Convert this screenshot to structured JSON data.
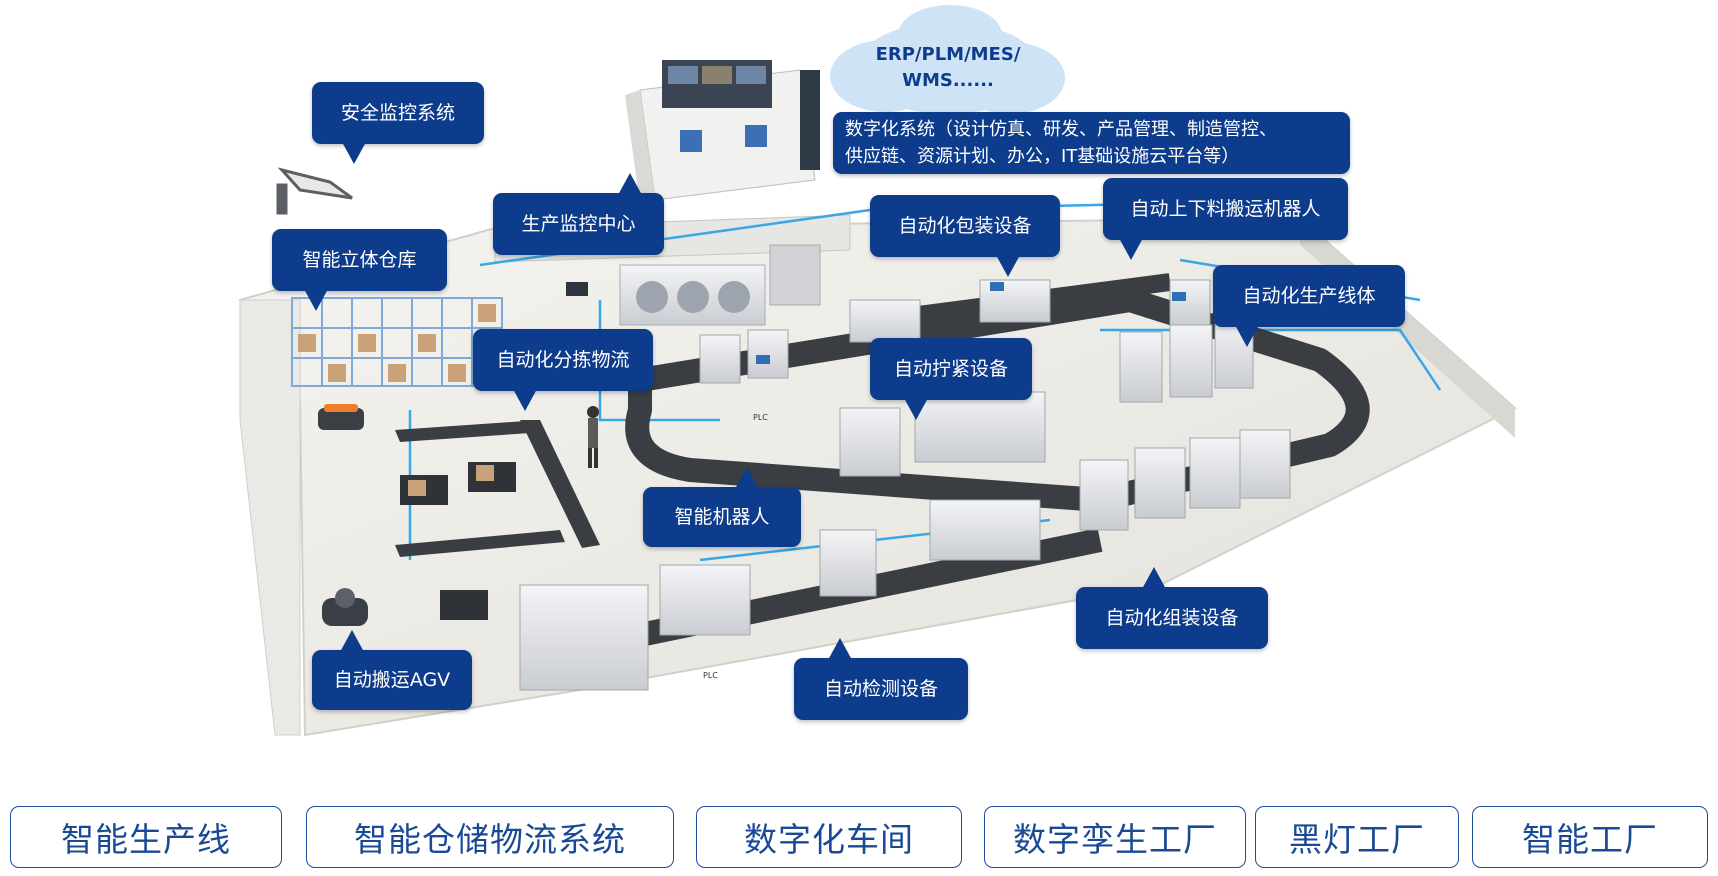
{
  "cloud": {
    "line1": "ERP/PLM/MES/",
    "line2": "WMS......"
  },
  "callouts": {
    "safety_monitoring": "安全监控系统",
    "digital_system_line1": "数字化系统（设计仿真、研发、产品管理、制造管控、",
    "digital_system_line2": "供应链、资源计划、办公，IT基础设施云平台等）",
    "production_monitoring_center": "生产监控中心",
    "smart_3d_warehouse": "智能立体仓库",
    "automated_packaging": "自动化包装设备",
    "automated_loading_robot": "自动上下料搬运机器人",
    "automated_production_line": "自动化生产线体",
    "automated_sorting_logistics": "自动化分拣物流",
    "automated_tightening": "自动拧紧设备",
    "smart_robot": "智能机器人",
    "automated_assembly": "自动化组装设备",
    "agv": "自动搬运AGV",
    "automated_inspection": "自动检测设备"
  },
  "equipment_labels": {
    "plc_1": "PLC",
    "plc_2": "PLC"
  },
  "tabs": [
    "智能生产线",
    "智能仓储物流系统",
    "数字化车间",
    "数字孪生工厂",
    "黑灯工厂",
    "智能工厂"
  ],
  "colors": {
    "callout_bg": "#0e3c8c",
    "tab_border": "#1e4f9c",
    "tab_text": "#1a4a96",
    "cloud": "#cfe3f7",
    "floor": "#ecebe6",
    "conveyor": "#3a3d42",
    "cable": "#3aa6e6"
  }
}
